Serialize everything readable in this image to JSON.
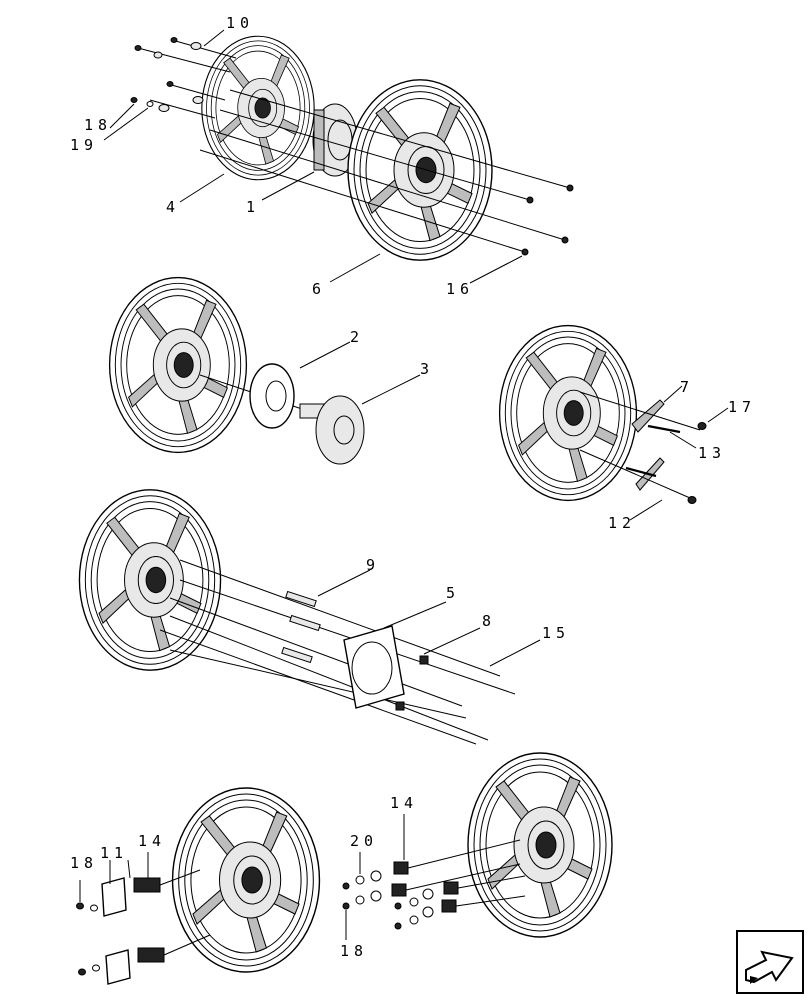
{
  "callouts": {
    "c10": "10",
    "c18a": "18",
    "c19": "19",
    "c4": "4",
    "c1": "1",
    "c6": "6",
    "c16": "16",
    "c2": "2",
    "c3": "3",
    "c7": "7",
    "c17": "17",
    "c13": "13",
    "c12": "12",
    "c9": "9",
    "c5": "5",
    "c8": "8",
    "c15": "15",
    "c14a": "14",
    "c20": "20",
    "c14b": "14",
    "c11": "11",
    "c18b": "18",
    "c18c": "18"
  },
  "nav": {
    "icon": "next-page-arrow-icon"
  }
}
